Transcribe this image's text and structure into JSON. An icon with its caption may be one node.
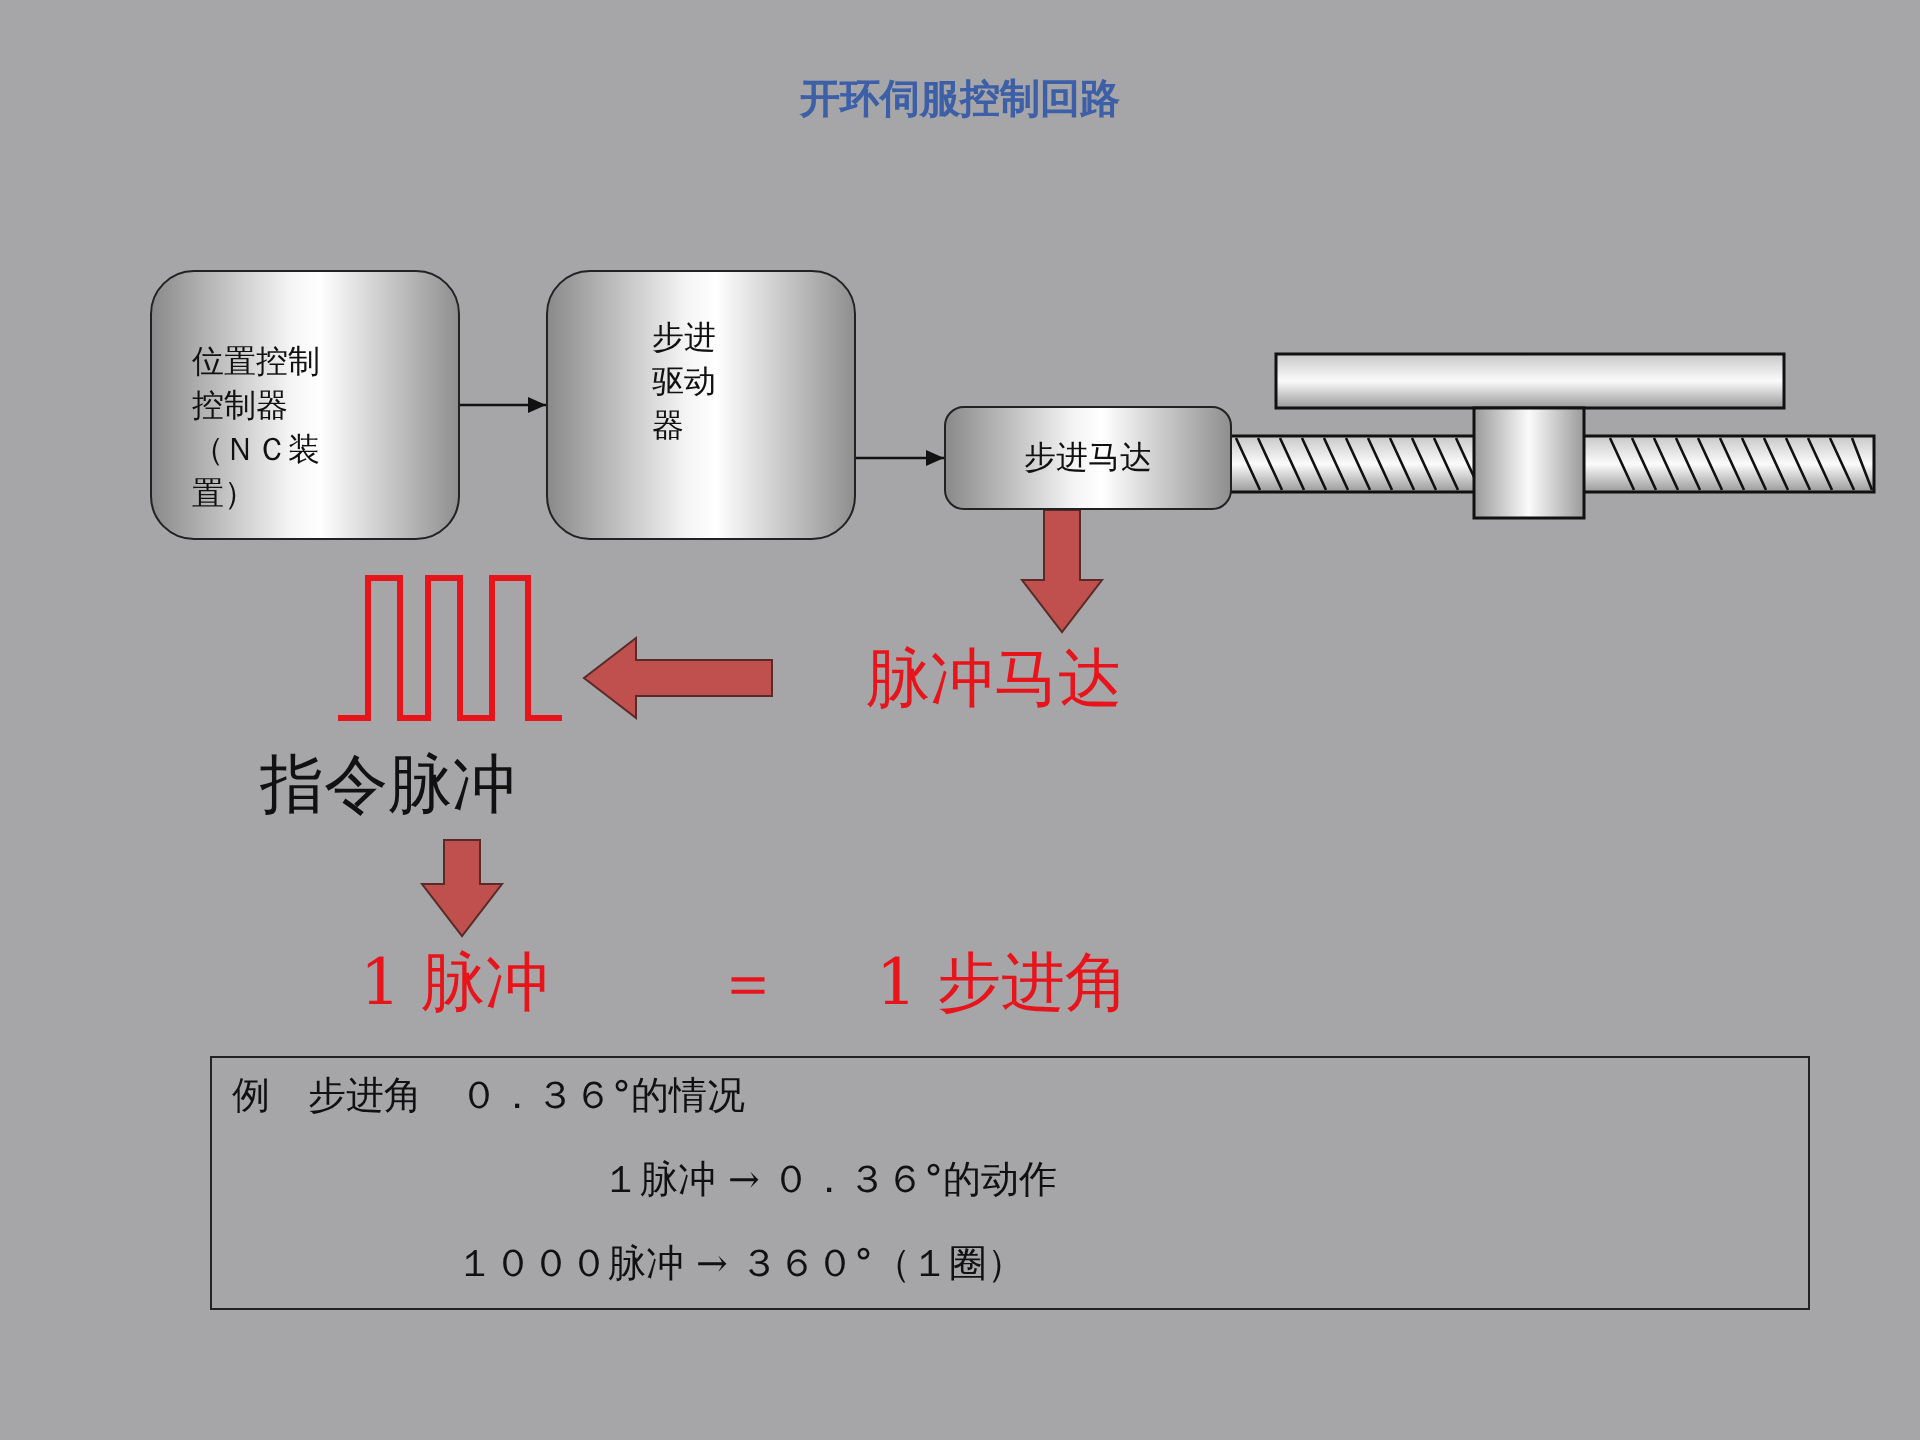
{
  "diagram": {
    "title": "开环伺服控制回路",
    "nodes": [
      {
        "text": [
          "位置控制控制器（ＮＣ装置）"
        ]
      },
      {
        "text": [
          "步进驱动器"
        ]
      },
      {
        "text": [
          "步进马达"
        ]
      },
      {
        "text": [
          "指令脉冲"
        ]
      },
      {
        "text": [
          "脉冲马达"
        ]
      },
      {
        "text": [
          "1 脉冲",
          "＝",
          "1 步进角"
        ]
      },
      {
        "text": [
          "例　步进角　０．３６°的情况",
          "１脉冲 → ０．３６°的动作",
          "１０００脉冲 → ３６０°（１圈）"
        ]
      }
    ],
    "edges": [
      {
        "from": 0,
        "to": 1,
        "arrow": "to",
        "color": "#111111"
      },
      {
        "from": 1,
        "to": 2,
        "arrow": "to",
        "color": "#111111"
      },
      {
        "from": 2,
        "to": 4,
        "arrow": "to",
        "style": "thick",
        "color": "#c0504d"
      },
      {
        "from": 4,
        "to": 3,
        "arrow": "to",
        "style": "thick",
        "color": "#c0504d"
      },
      {
        "from": 3,
        "to": 5,
        "arrow": "to",
        "style": "thick",
        "color": "#c0504d"
      }
    ]
  }
}
